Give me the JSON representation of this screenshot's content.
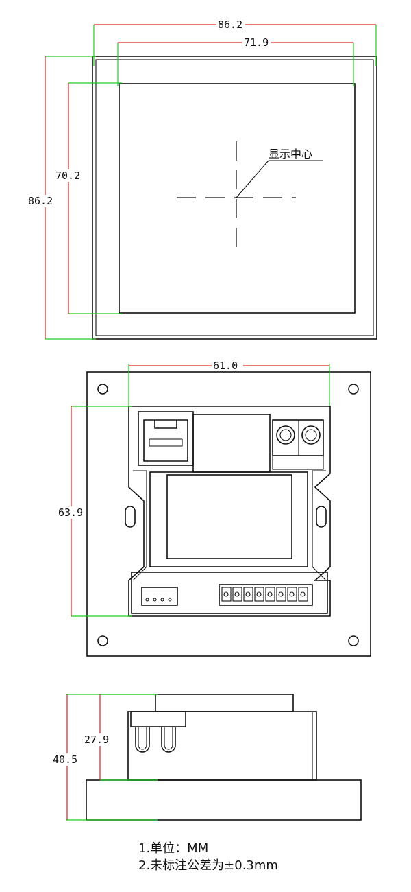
{
  "front_view": {
    "outer_width": "86.2",
    "inner_width": "71.9",
    "outer_height": "86.2",
    "inner_height": "70.2",
    "center_label": "显示中心"
  },
  "rear_view": {
    "board_width": "61.0",
    "board_height": "63.9"
  },
  "side_view": {
    "total_depth": "40.5",
    "body_depth": "27.9"
  },
  "notes": [
    "1.单位：MM",
    "2.未标注公差为±0.3mm"
  ],
  "colors": {
    "dimension_line": "#e02020",
    "extension_line": "#22cc22",
    "outline": "#111111"
  }
}
